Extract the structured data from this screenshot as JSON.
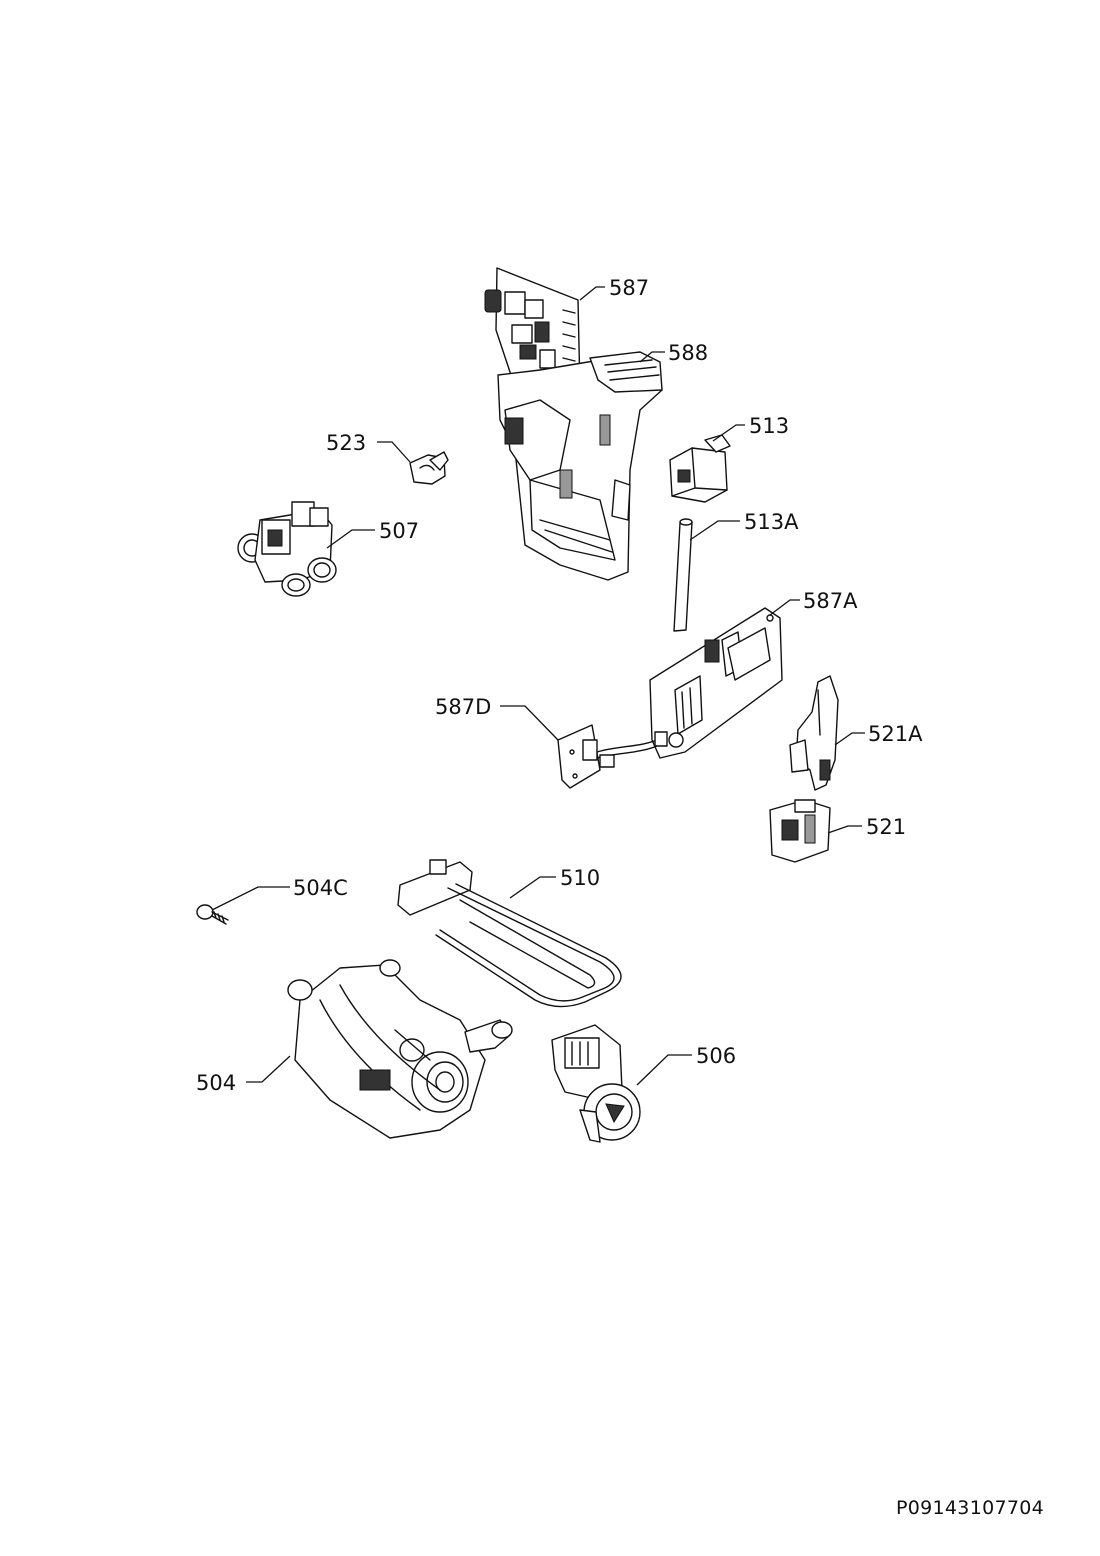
{
  "labels": {
    "p587": "587",
    "p588": "588",
    "p523": "523",
    "p513": "513",
    "p507": "507",
    "p513A": "513A",
    "p587A": "587A",
    "p587D": "587D",
    "p521A": "521A",
    "p521": "521",
    "p504C": "504C",
    "p510": "510",
    "p506": "506",
    "p504": "504"
  },
  "drawing_code": "P09143107704"
}
